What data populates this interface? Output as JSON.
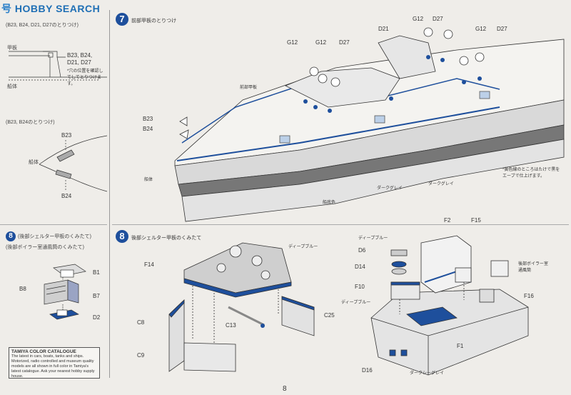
{
  "watermark": {
    "logo_mark": "号",
    "logo_text": "HOBBY SEARCH"
  },
  "left_top": {
    "title": "(B23, B24, D21, D27のとりつけ)",
    "labels": {
      "deck": "甲板",
      "side": "船体"
    },
    "parts": [
      "B23, B24,",
      "D21, D27"
    ],
    "note": "*穴の位置を確認してしてとりつけます。"
  },
  "left_middle": {
    "title": "(B23, B24のとりつけ)",
    "parts": {
      "top": "B23",
      "bottom": "B24"
    },
    "side_label": "船体"
  },
  "left_bottom": {
    "step_number": "8",
    "title": "(後部シェルター甲板のくみたて)",
    "subtitle": "(後部ボイラー室通風筒のくみたて)",
    "parts": {
      "b1": "B1",
      "b8": "B8",
      "b7": "B7",
      "d2": "D2"
    }
  },
  "catalogue": {
    "title": "TAMIYA COLOR CATALOGUE",
    "body": "The latest in cars, boats, tanks and ships. Motorized, radio controlled and museum quality models are all shown in full color in Tamiya's latest catalogue. Ask your nearest hobby supply house."
  },
  "step7": {
    "number": "7",
    "title": "前部甲板のとりつけ",
    "parts": {
      "g12_left": "G12",
      "g12_mid": "G12",
      "d27_mid": "D27",
      "d21": "D21",
      "g12_top": "G12",
      "d27_top": "D27",
      "g12_right": "G12",
      "d27_right": "D27",
      "b23": "B23",
      "b24": "B24"
    },
    "callouts": {
      "deck": "前部甲板",
      "side": "船体",
      "hull_color": "船底色",
      "color_a": "ダークグレイ",
      "color_b": "ダークグレイ",
      "note": "*黄色線のところはたけで黒を\nエーブで仕上げます。"
    }
  },
  "step8": {
    "number": "8",
    "title": "後部シェルター甲板のくみたて",
    "parts": {
      "f14": "F14",
      "c8": "C8",
      "c13": "C13",
      "c25": "C25",
      "c9": "C9"
    },
    "callout": "ディープブルー"
  },
  "right_assembly": {
    "parts": {
      "f2": "F2",
      "f15": "F15",
      "d6": "D6",
      "d14": "D14",
      "f10": "F10",
      "f16": "F16",
      "f1": "F1",
      "d16": "D16"
    },
    "callouts": {
      "top": "ディープブルー",
      "mid": "ディープブルー",
      "right": "後部ボイラー室\n通風筒",
      "bottom": "ダークシーグレイ"
    }
  },
  "page_number": "8"
}
